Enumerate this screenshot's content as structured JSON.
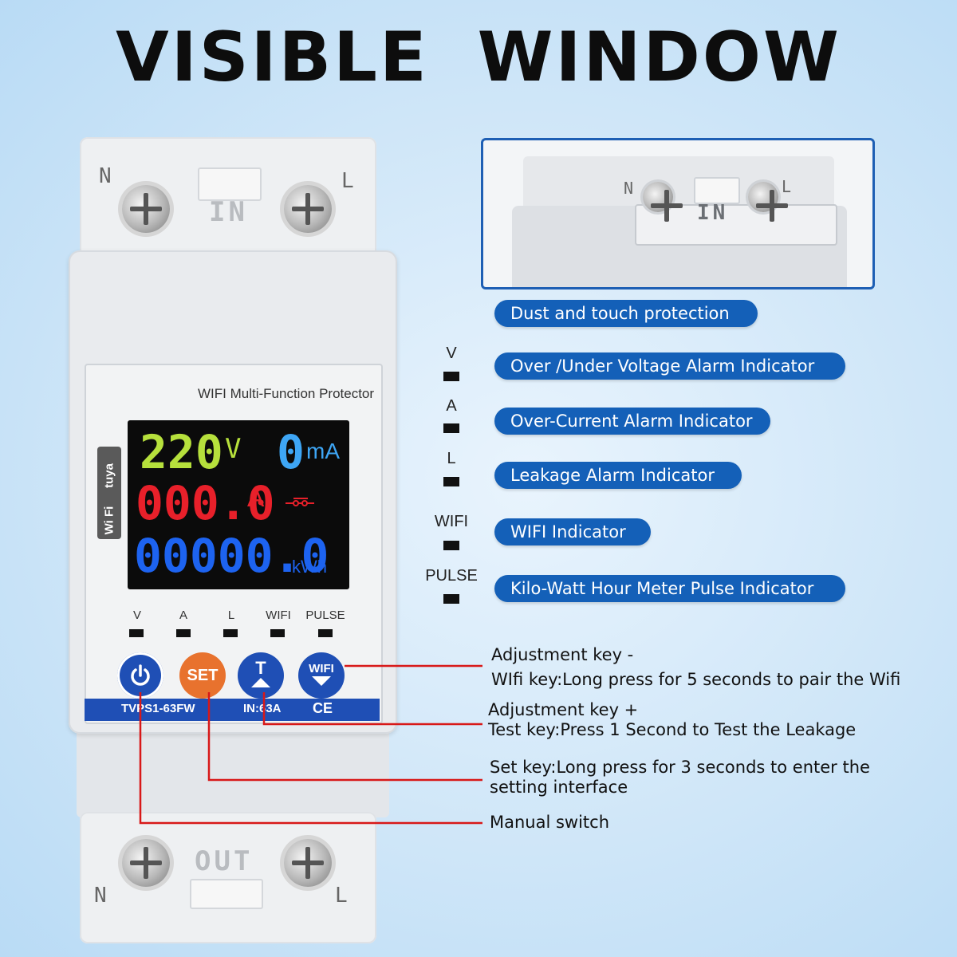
{
  "title": "VISIBLE  WINDOW",
  "device": {
    "top_terminal": {
      "left": "N",
      "right": "L",
      "label": "IN"
    },
    "bottom_terminal": {
      "left": "N",
      "right": "L",
      "label": "OUT"
    },
    "panel_title": "WIFI Multi-Function Protector",
    "brand": {
      "wifi": "Wi Fi",
      "tuya": "tuya"
    },
    "display": {
      "voltage": "220",
      "voltage_unit": "V",
      "leakage": "0",
      "leakage_unit": "mA",
      "current": "000.0",
      "current_unit": "A",
      "energy": "00000.0",
      "energy_unit": "kWh"
    },
    "led_labels": [
      "V",
      "A",
      "L",
      "WIFI",
      "PULSE"
    ],
    "buttons": {
      "power": "power-icon",
      "set": "SET",
      "test": "T",
      "wifi": "WIFI"
    },
    "model": "TVPS1-63FW",
    "rating": "IN:63A",
    "ce": "CE"
  },
  "inset": {
    "left": "N",
    "right": "L",
    "label": "IN"
  },
  "features": [
    "Dust and touch protection",
    "Over /Under Voltage Alarm Indicator",
    "Over-Current Alarm Indicator",
    "Leakage Alarm Indicator",
    "WIFI Indicator",
    "Kilo-Watt Hour  Meter Pulse Indicator"
  ],
  "indicator_labels": [
    "V",
    "A",
    "L",
    "WIFI",
    "PULSE"
  ],
  "callouts": {
    "wifi_key_1": "Adjustment key -",
    "wifi_key_2": "WIfi key:Long press for 5 seconds to pair the Wifi",
    "test_key_1": "Adjustment key +",
    "test_key_2": "Test key:Press 1 Second to Test the Leakage",
    "set_key_1": "Set key:Long press for 3 seconds to enter the",
    "set_key_2": "setting interface",
    "manual": "Manual switch"
  },
  "colors": {
    "accent_blue": "#1460b8",
    "lcd_green": "#b6e03c",
    "lcd_cyan": "#3ea6f5",
    "lcd_red": "#e8202a",
    "lcd_blue": "#1d63f0",
    "set_orange": "#e8722e",
    "callout_red": "#d81818"
  }
}
